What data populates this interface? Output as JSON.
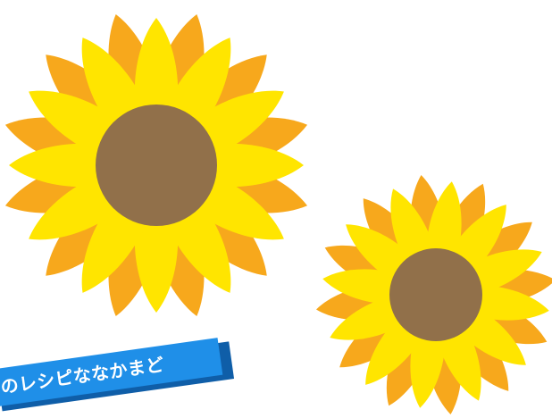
{
  "banner": {
    "text": "のレシピななかまど"
  },
  "palette": {
    "petal_outer": "#f7a81c",
    "petal_inner": "#ffe500",
    "center": "#91704a",
    "banner_fill": "#1f8fe8",
    "banner_shadow": "#0f5ea8"
  },
  "illustrations": [
    {
      "name": "large-sunflower",
      "petals_outer": 12,
      "petals_inner": 12
    },
    {
      "name": "small-sunflower",
      "petals_outer": 12,
      "petals_inner": 12
    }
  ]
}
